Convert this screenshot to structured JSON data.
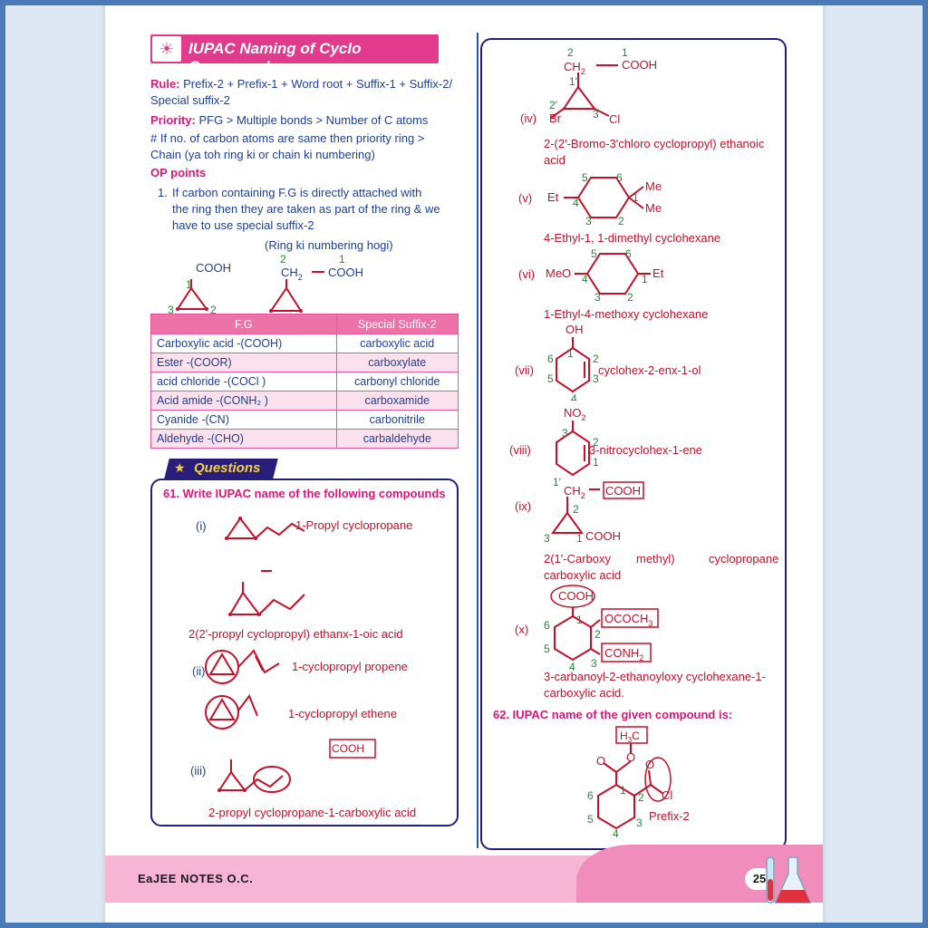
{
  "header": {
    "title": "IUPAC Naming of Cyclo Compounds"
  },
  "rule": {
    "label": "Rule:",
    "text": "Prefix-2 + Prefix-1 + Word root + Suffix-1 + Suffix-2/",
    "text2": "Special suffix-2"
  },
  "priority": {
    "label": "Priority:",
    "text": "PFG > Multiple bonds > Number of C atoms"
  },
  "note": {
    "line1": "# If no. of carbon atoms are same then priority ring >",
    "line2": "Chain (ya toh ring ki or chain ki numbering)"
  },
  "op_points": {
    "label": "OP points",
    "item1_num": "1.",
    "item1_l1": "If carbon containing F.G is directly attached with",
    "item1_l2": "the ring then they are taken as part of the ring & we",
    "item1_l3": "have to use special suffix-2",
    "caption": "(Ring ki numbering hogi)"
  },
  "fig_top": {
    "cooh": "COOH",
    "n1": "1",
    "n2": "2",
    "n3": "3",
    "ch2": "CH",
    "ch2_sub": "2",
    "cooh2": "COOH",
    "m2": "2",
    "m1": "1"
  },
  "table": {
    "headers": [
      "F.G",
      "Special Suffix-2"
    ],
    "rows": [
      [
        "Carboxylic acid -(COOH)",
        "carboxylic acid"
      ],
      [
        "Ester -(COOR)",
        "carboxylate"
      ],
      [
        "acid chloride -(COCl )",
        "carbonyl chloride"
      ],
      [
        "Acid amide -(CONH₂ )",
        "carboxamide"
      ],
      [
        "Cyanide -(CN)",
        "carbonitrile"
      ],
      [
        "Aldehyde -(CHO)",
        "carbaldehyde"
      ]
    ]
  },
  "questions_banner": "Questions",
  "q61": {
    "title": "61. Write IUPAC name of the following compounds",
    "i_label": "(i)",
    "i_name": "1-Propyl cyclopropane",
    "i2_name": "2(2'-propyl cyclopropyl) ethanx-1-oic acid",
    "ii_label": "(ii)",
    "ii_name": "1-cyclopropyl propene",
    "ii2_name": "1-cyclopropyl ethene",
    "iii_label": "(iii)",
    "iii_cooh": "COOH",
    "iii_name": "2-propyl cyclopropane-1-carboxylic acid"
  },
  "right": {
    "iv_label": "(iv)",
    "iv_name1": "2-(2'-Bromo-3'chloro cyclopropyl) ethanoic",
    "iv_name2": "acid",
    "v_label": "(v)",
    "v_name": "4-Ethyl-1, 1-dimethyl cyclohexane",
    "vi_label": "(vi)",
    "vi_name": "1-Ethyl-4-methoxy cyclohexane",
    "vii_label": "(vii)",
    "vii_name": "cyclohex-2-enx-1-ol",
    "viii_label": "(viii)",
    "viii_name": "3-nitrocyclohex-1-ene",
    "ix_label": "(ix)",
    "ix_name1": "2(1'-Carboxy",
    "ix_name_mid": "methyl)",
    "ix_name_end": "cyclopropane",
    "ix_name2": "carboxylic acid",
    "x_label": "(x)",
    "x_name1": "3-carbanoyl-2-ethanoyloxy  cyclohexane-1-",
    "x_name2": "carboxylic acid.",
    "q62": "62. IUPAC name of the given compound is:",
    "q62_prefix": "Prefix-2"
  },
  "footer": {
    "left": "EaJEE NOTES O.C.",
    "page": "25"
  }
}
